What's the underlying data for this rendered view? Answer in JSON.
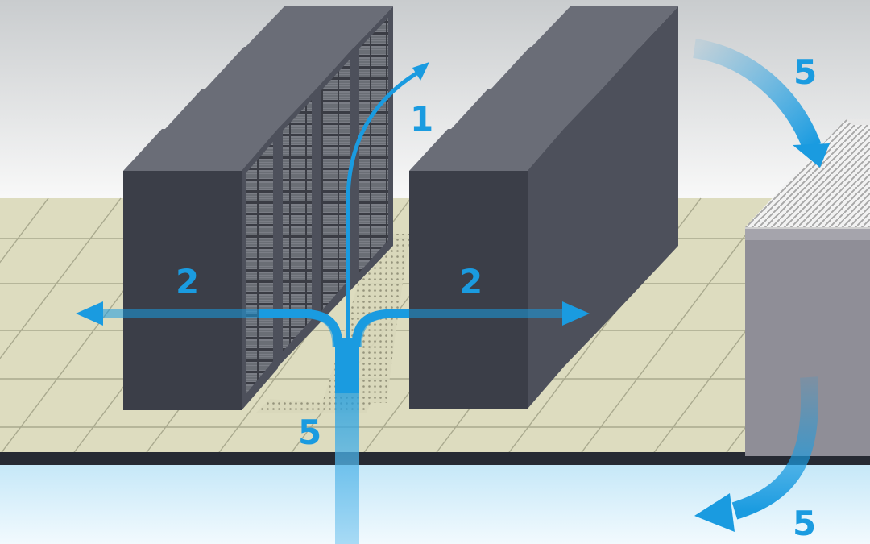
{
  "labels": {
    "top_center": "1",
    "left_row": "2",
    "right_row": "2",
    "top_right": "5",
    "bottom_center": "5",
    "bottom_right": "5"
  },
  "colors": {
    "airflow": "#1a9be0",
    "rack_front": "#3b3e48",
    "rack_side": "#4d505b",
    "rack_top": "#6a6d77",
    "floor": "#dddcbf",
    "floor_line": "#a9a98e",
    "wall_top": "#cfd2d4",
    "wall_bottom": "#f8f8f8",
    "plenum": "#d9f0fb",
    "crac_unit": "#8f8e97"
  },
  "icons": [
    "server-rack-icon",
    "crac-unit-icon",
    "perforated-tile-icon",
    "airflow-arrow-icon"
  ]
}
